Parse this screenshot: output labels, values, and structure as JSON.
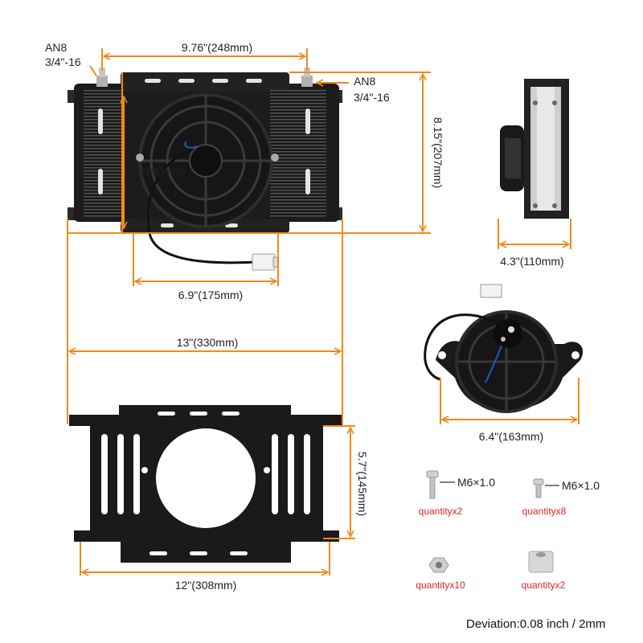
{
  "colors": {
    "dimension": "#f08a1c",
    "part": "#1c1c1c",
    "quantity": "#e02424",
    "metal": "#b8b8b8"
  },
  "fittings": {
    "left_line1": "AN8",
    "left_line2": "3/4\"-16",
    "right_line1": "AN8",
    "right_line2": "3/4\"-16"
  },
  "dimensions": {
    "top_width": "9.76\"(248mm)",
    "height": "8.15\"(207mm)",
    "fan_diameter": "7\"(180mm)",
    "fan_width": "6.9\"(175mm)",
    "depth": "4.3\"(110mm)",
    "overall_width": "13\"(330mm)",
    "fan_mount_width": "6.4\"(163mm)",
    "bracket_height": "5.7\"(145mm)",
    "bracket_width": "12\"(308mm)"
  },
  "hardware": [
    {
      "name": "M6×1.0",
      "quantity": "quantityx2",
      "icon": "long-bolt-icon"
    },
    {
      "name": "M6×1.0",
      "quantity": "quantityx8",
      "icon": "short-bolt-icon"
    },
    {
      "name": "",
      "quantity": "quantityx10",
      "icon": "hex-nut-icon"
    },
    {
      "name": "",
      "quantity": "quantityx2",
      "icon": "spacer-sleeve-icon"
    }
  ],
  "note": "Deviation:0.08 inch / 2mm"
}
